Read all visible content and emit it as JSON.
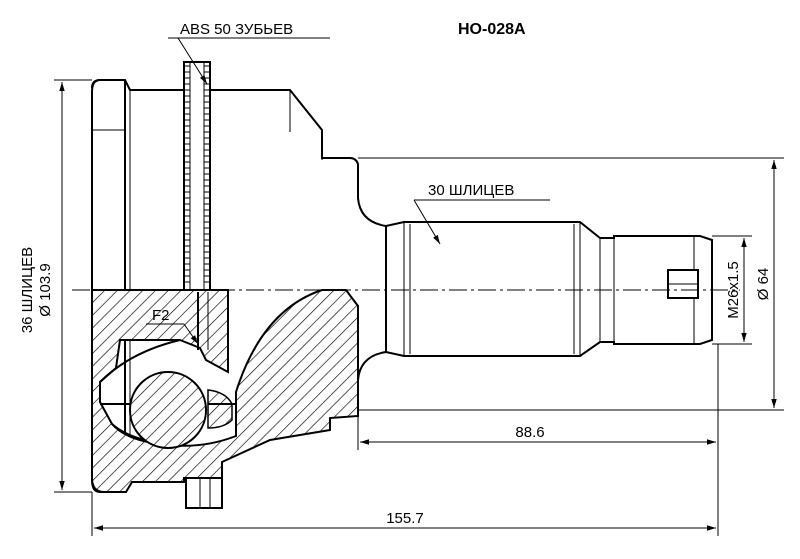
{
  "part_number": "HO-028A",
  "labels": {
    "abs_teeth": "ABS 50 ЗУБЬЕВ",
    "outer_splines": "30 ШЛИЦЕВ",
    "inner_splines": "36 ШЛИЦЕВ",
    "housing_diameter": "Ø 103.9",
    "thread": "M26x1.5",
    "seal_diameter": "Ø 64",
    "stub_length": "88.6",
    "overall_length": "155.7",
    "detail": "F2"
  },
  "colors": {
    "line": "#000000",
    "background": "#ffffff"
  }
}
